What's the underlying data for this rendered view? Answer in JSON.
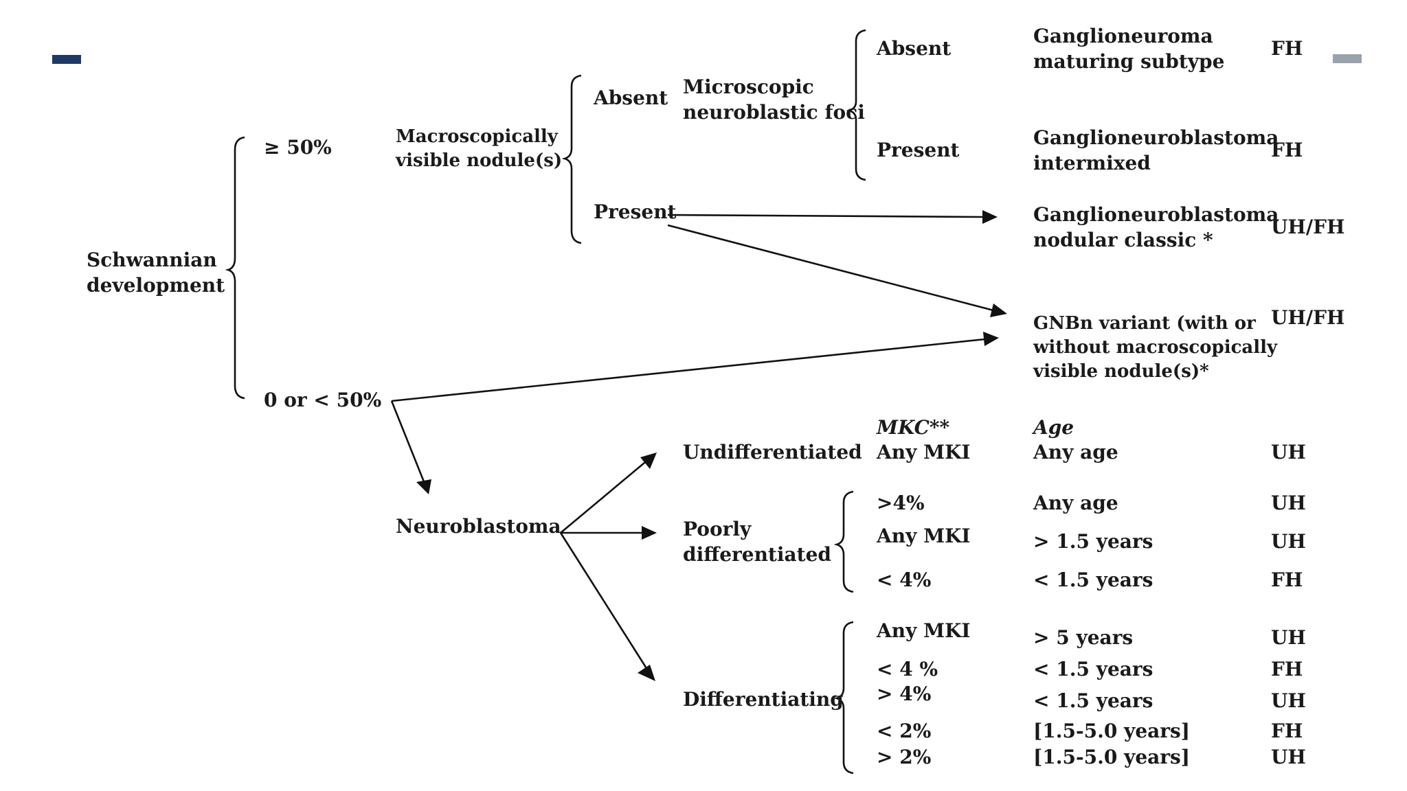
{
  "root": {
    "label": "Schwannian\ndevelopment"
  },
  "schwannian": {
    "high": "≥ 50%",
    "low": "0 or < 50%"
  },
  "nodules": {
    "label": "Macroscopically\nvisible nodule(s)",
    "absent": "Absent",
    "present": "Present"
  },
  "foci": {
    "label": "Microscopic\nneuroblastic foci",
    "absent": "Absent",
    "present": "Present"
  },
  "outcomes": [
    {
      "name": "Ganglioneuroma\nmaturing subtype",
      "grade": "FH"
    },
    {
      "name": "Ganglioneuroblastoma\nintermixed",
      "grade": "FH"
    },
    {
      "name": "Ganglioneuroblastoma\nnodular classic *",
      "grade": "UH/FH"
    },
    {
      "name": "GNBn variant (with or\nwithout macroscopically\nvisible nodule(s)*",
      "grade": "UH/FH"
    }
  ],
  "neuroblastoma": {
    "label": "Neuroblastoma",
    "header_mkc": "MKC**",
    "header_age": "Age",
    "undifferentiated": {
      "label": "Undifferentiated",
      "rows": [
        {
          "mki": "Any MKI",
          "age": "Any age",
          "grade": "UH"
        }
      ]
    },
    "poorly": {
      "label": "Poorly\ndifferentiated",
      "rows": [
        {
          "mki": ">4%",
          "age": "Any age",
          "grade": "UH"
        },
        {
          "mki": "Any MKI",
          "age": "> 1.5 years",
          "grade": "UH"
        },
        {
          "mki": "< 4%",
          "age": "< 1.5 years",
          "grade": "FH"
        }
      ]
    },
    "differentiating": {
      "label": "Differentiating",
      "rows": [
        {
          "mki": "Any MKI",
          "age": "> 5 years",
          "grade": "UH"
        },
        {
          "mki": "< 4 %",
          "age": "< 1.5 years",
          "grade": "FH"
        },
        {
          "mki": "> 4%",
          "age": "< 1.5 years",
          "grade": "UH"
        },
        {
          "mki": "< 2%",
          "age": "[1.5-5.0 years]",
          "grade": "FH"
        },
        {
          "mki": "> 2%",
          "age": "[1.5-5.0 years]",
          "grade": "UH"
        }
      ]
    }
  }
}
